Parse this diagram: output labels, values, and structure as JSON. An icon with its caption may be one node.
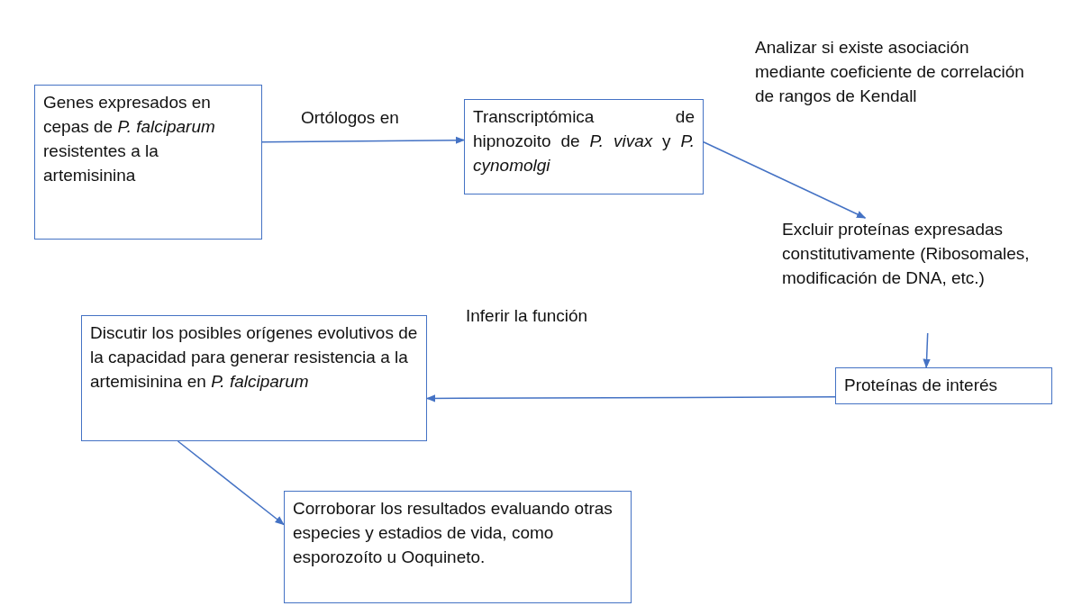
{
  "diagram": {
    "nodes": [
      {
        "text": [
          "Genes expresados en cepas de *P. falciparum* resistentes a la artemisinina"
        ]
      },
      {
        "text": [
          "Transcriptómica de hipnozoito de *P. vivax* y *P. cynomolgi*"
        ]
      },
      {
        "text": [
          "Excluir proteínas expresadas constitutivamente (Ribosomales, modificación de DNA, etc.)"
        ]
      },
      {
        "text": [
          "Proteínas de interés"
        ]
      },
      {
        "text": [
          "Discutir los posibles orígenes evolutivos de la capacidad para generar resistencia a la artemisinina en *P. falciparum*"
        ]
      },
      {
        "text": [
          "Corroborar los resultados evaluando otras especies y estadios de vida, como esporozoíto u Ooquineto."
        ]
      }
    ],
    "edges": [
      {
        "from": 0,
        "to": 1,
        "arrow": "to",
        "label": "Ortólogos en"
      },
      {
        "from": 1,
        "to": 2,
        "arrow": "to",
        "label": "Analizar si existe asociación mediante coeficiente de correlación de rangos de Kendall"
      },
      {
        "from": 2,
        "to": 3,
        "arrow": "to"
      },
      {
        "from": 3,
        "to": 4,
        "arrow": "to",
        "label": "Inferir la función"
      },
      {
        "from": 4,
        "to": 5,
        "arrow": "to"
      }
    ]
  }
}
